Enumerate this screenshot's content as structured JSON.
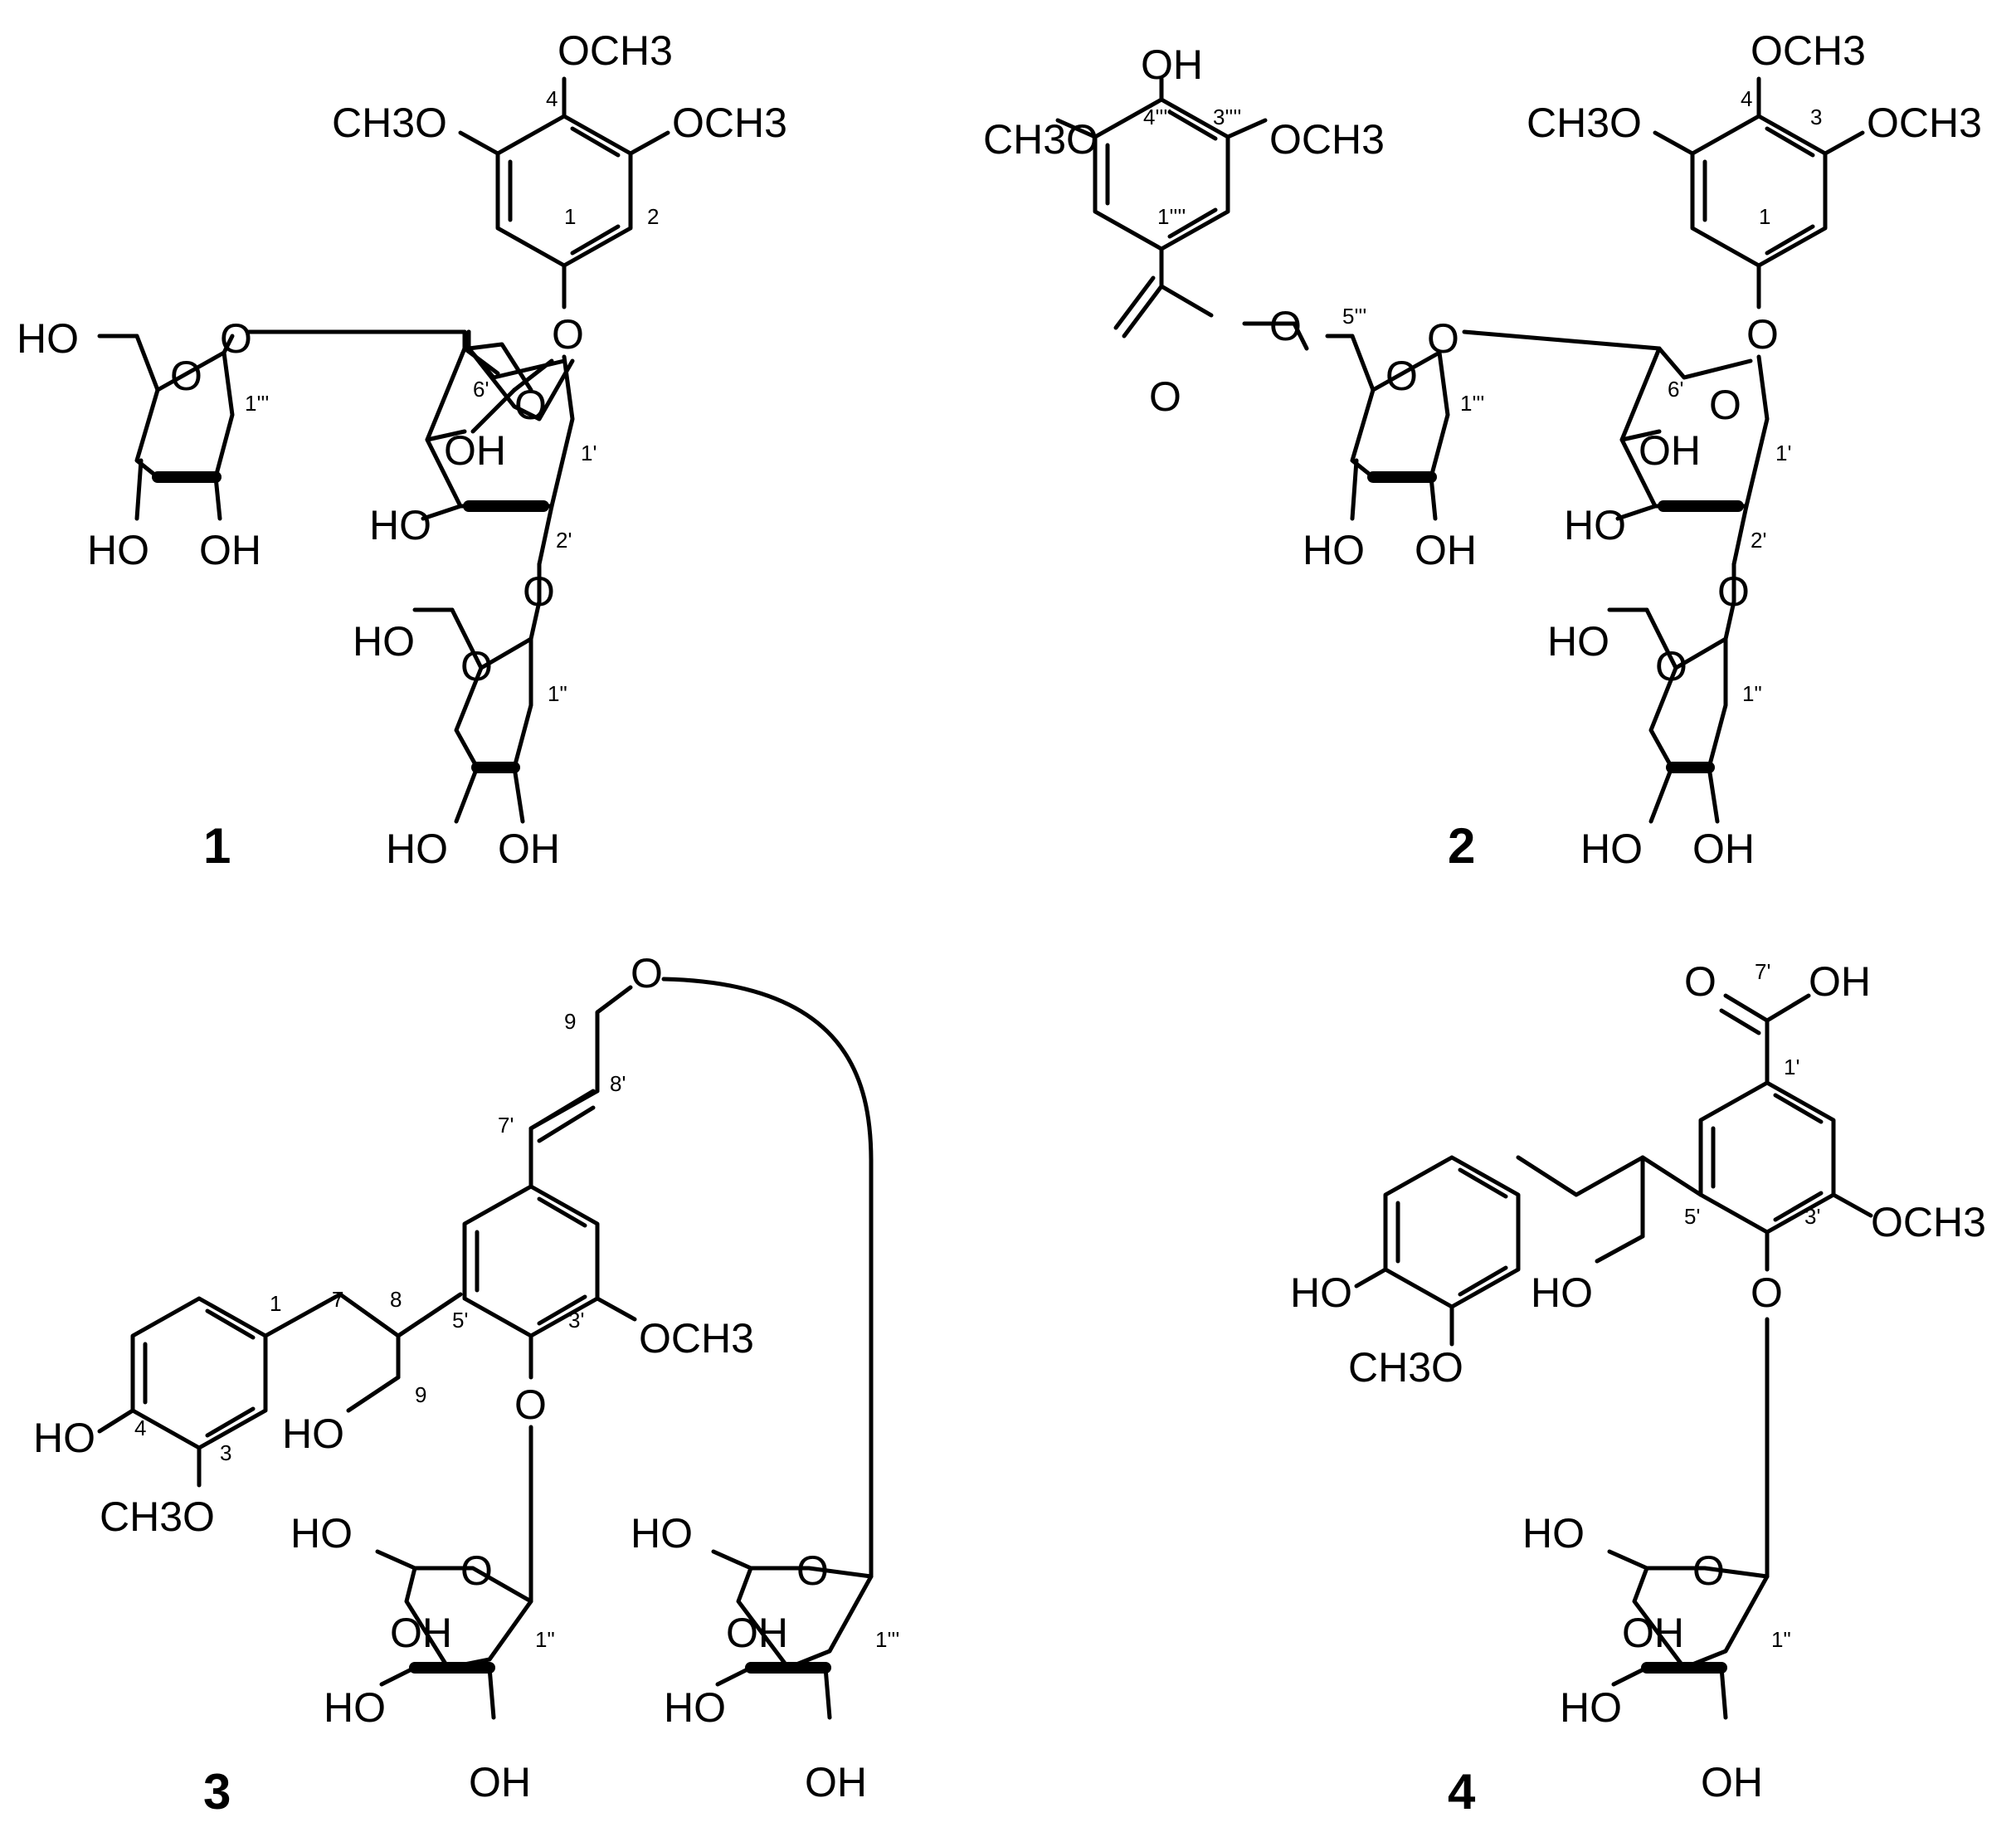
{
  "compounds": [
    {
      "number": "1"
    },
    {
      "number": "2"
    },
    {
      "number": "3"
    },
    {
      "number": "4"
    }
  ],
  "groups": {
    "och3": "OCH3",
    "ch3o": "CH3O",
    "ho": "HO",
    "oh": "OH",
    "o": "O"
  },
  "locants": {
    "c1": "1",
    "c2": "2",
    "c3": "3",
    "c4": "4",
    "c7": "7",
    "c8": "8",
    "c9": "9",
    "c1p": "1'",
    "c2p": "2'",
    "c3p": "3'",
    "c5p": "5'",
    "c6p": "6'",
    "c7p": "7'",
    "c8p": "8'",
    "c1pp": "1\"",
    "c1ppp": "1'''",
    "c5ppp": "5'''",
    "c1pppp": "1''''",
    "c3pppp": "3''''",
    "c4pppp": "4''''"
  }
}
